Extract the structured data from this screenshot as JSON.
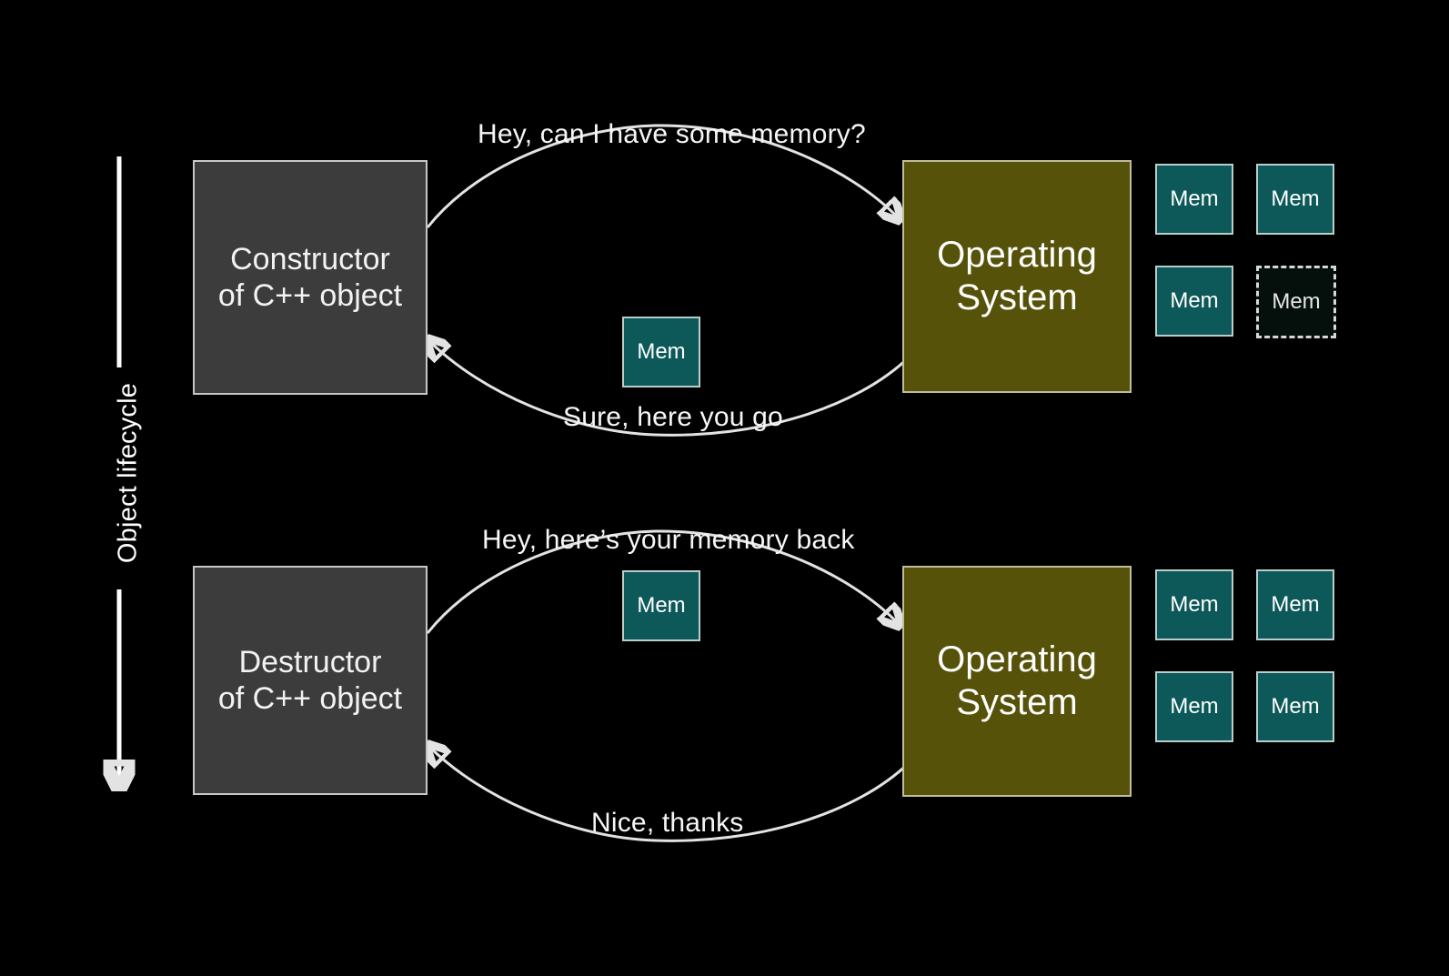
{
  "slide": {
    "background_color": "#000000",
    "axis_label": "Object lifecycle"
  },
  "colors": {
    "background": "#000000",
    "object_box_fill": "#3c3c3c",
    "object_box_border": "#c8c8c8",
    "os_box_fill": "#56520a",
    "os_box_border": "#bfbd9a",
    "memory_fill": "#0d5858",
    "memory_border": "#b9cdcd",
    "memory_ghost_fill": "#05100d",
    "memory_ghost_border": "#d8d8d8",
    "arrow_stroke": "#e3e3e3",
    "text": "#ffffff"
  },
  "phases": [
    {
      "id": "construction",
      "actor_label": "Constructor\nof C++ object",
      "os_label": "Operating\nSystem",
      "request_label": "Hey, can I have some memory?",
      "response_label": "Sure, here you go",
      "transfer_chip_label": "Mem",
      "pool": [
        {
          "label": "Mem",
          "state": "allocated"
        },
        {
          "label": "Mem",
          "state": "allocated"
        },
        {
          "label": "Mem",
          "state": "allocated"
        },
        {
          "label": "Mem",
          "state": "free"
        }
      ]
    },
    {
      "id": "destruction",
      "actor_label": "Destructor\nof C++ object",
      "os_label": "Operating\nSystem",
      "request_label": "Hey, here’s your memory back",
      "response_label": "Nice, thanks",
      "transfer_chip_label": "Mem",
      "pool": [
        {
          "label": "Mem",
          "state": "allocated"
        },
        {
          "label": "Mem",
          "state": "allocated"
        },
        {
          "label": "Mem",
          "state": "allocated"
        },
        {
          "label": "Mem",
          "state": "allocated"
        }
      ]
    }
  ]
}
